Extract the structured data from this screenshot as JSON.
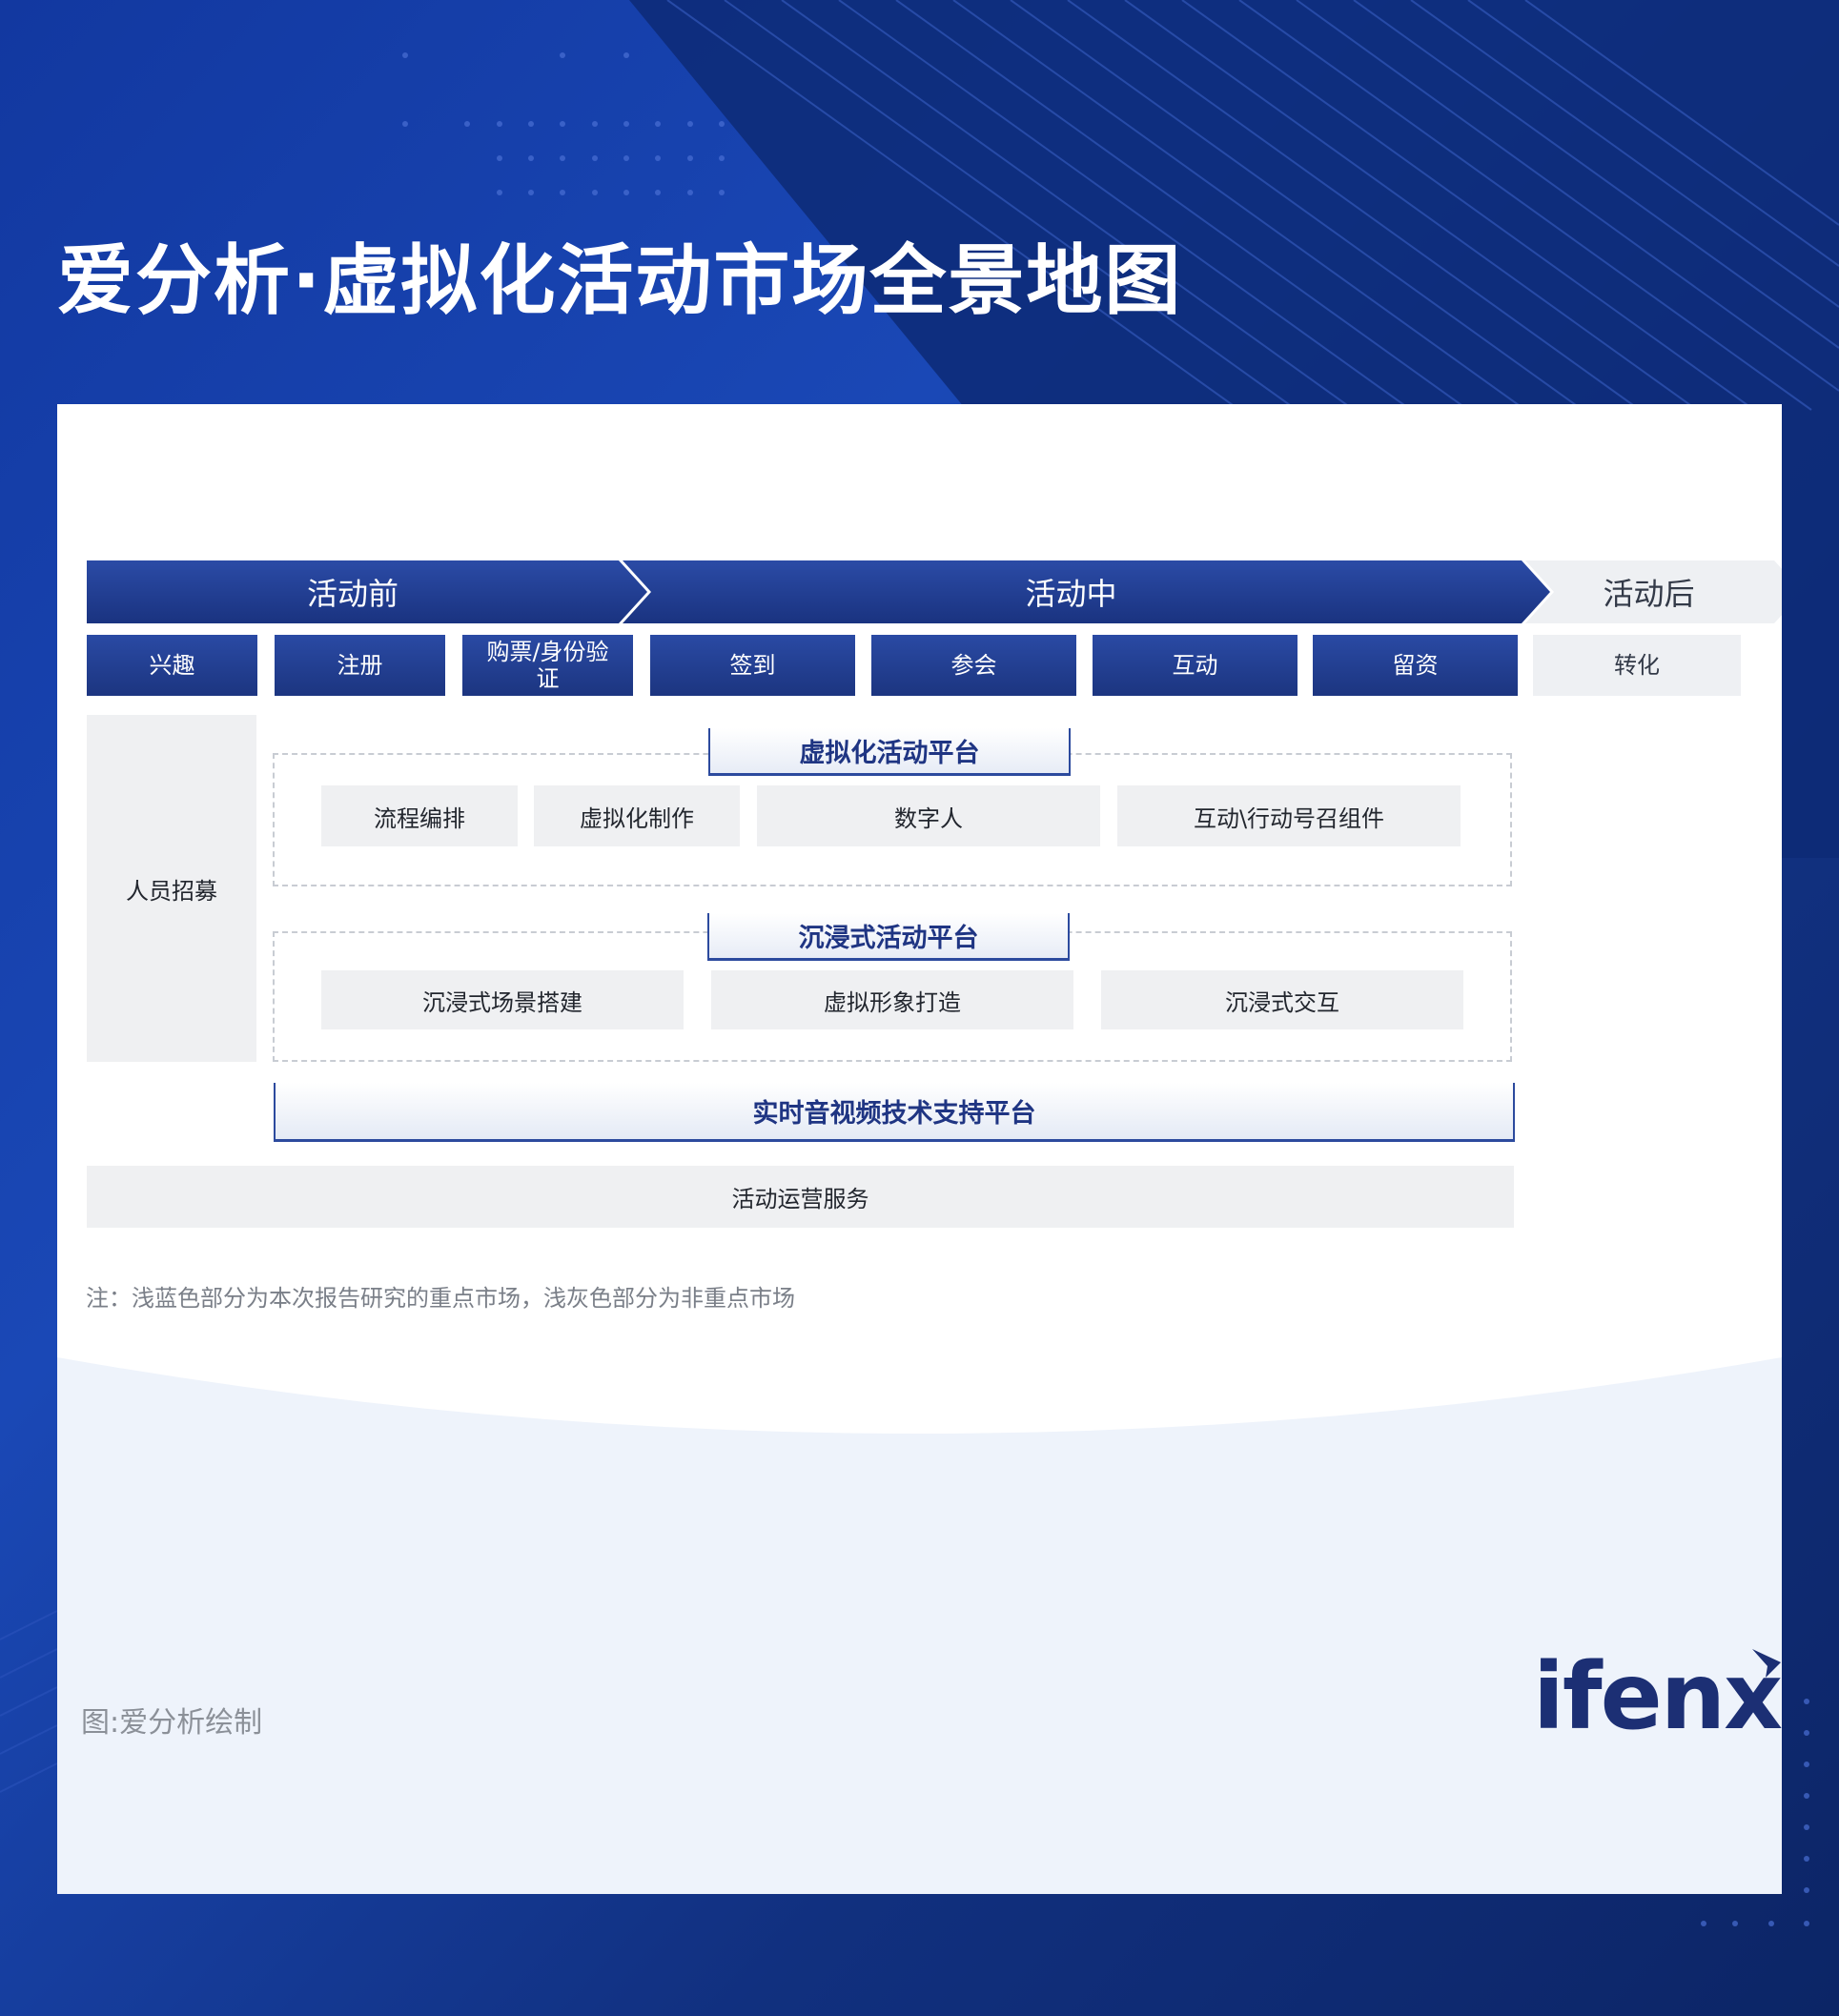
{
  "title": "爱分析·虚拟化活动市场全景地图",
  "phases": {
    "before": "活动前",
    "during": "活动中",
    "after": "活动后"
  },
  "stages": [
    {
      "label": "兴趣",
      "highlight": true
    },
    {
      "label": "注册",
      "highlight": true
    },
    {
      "label": "购票/身份验证",
      "highlight": true
    },
    {
      "label": "签到",
      "highlight": true
    },
    {
      "label": "参会",
      "highlight": true
    },
    {
      "label": "互动",
      "highlight": true
    },
    {
      "label": "留资",
      "highlight": true
    },
    {
      "label": "转化",
      "highlight": false
    }
  ],
  "recruitment": "人员招募",
  "virtual_platform": {
    "title": "虚拟化活动平台",
    "items": [
      "流程编排",
      "虚拟化制作",
      "数字人",
      "互动\\行动号召组件"
    ]
  },
  "immersive_platform": {
    "title": "沉浸式活动平台",
    "items": [
      "沉浸式场景搭建",
      "虚拟形象打造",
      "沉浸式交互"
    ]
  },
  "rtc_platform": "实时音视频技术支持平台",
  "operations": "活动运营服务",
  "note": "注：浅蓝色部分为本次报告研究的重点市场，浅灰色部分为非重点市场",
  "source": "图:爱分析绘制",
  "logo": "ifenxi",
  "colors": {
    "background_dark": "#0f2a78",
    "background_bright": "#1a45b0",
    "stage_blue": "#1f3a8a",
    "box_grey": "#eff0f2",
    "platform_title": "#1f3583"
  }
}
